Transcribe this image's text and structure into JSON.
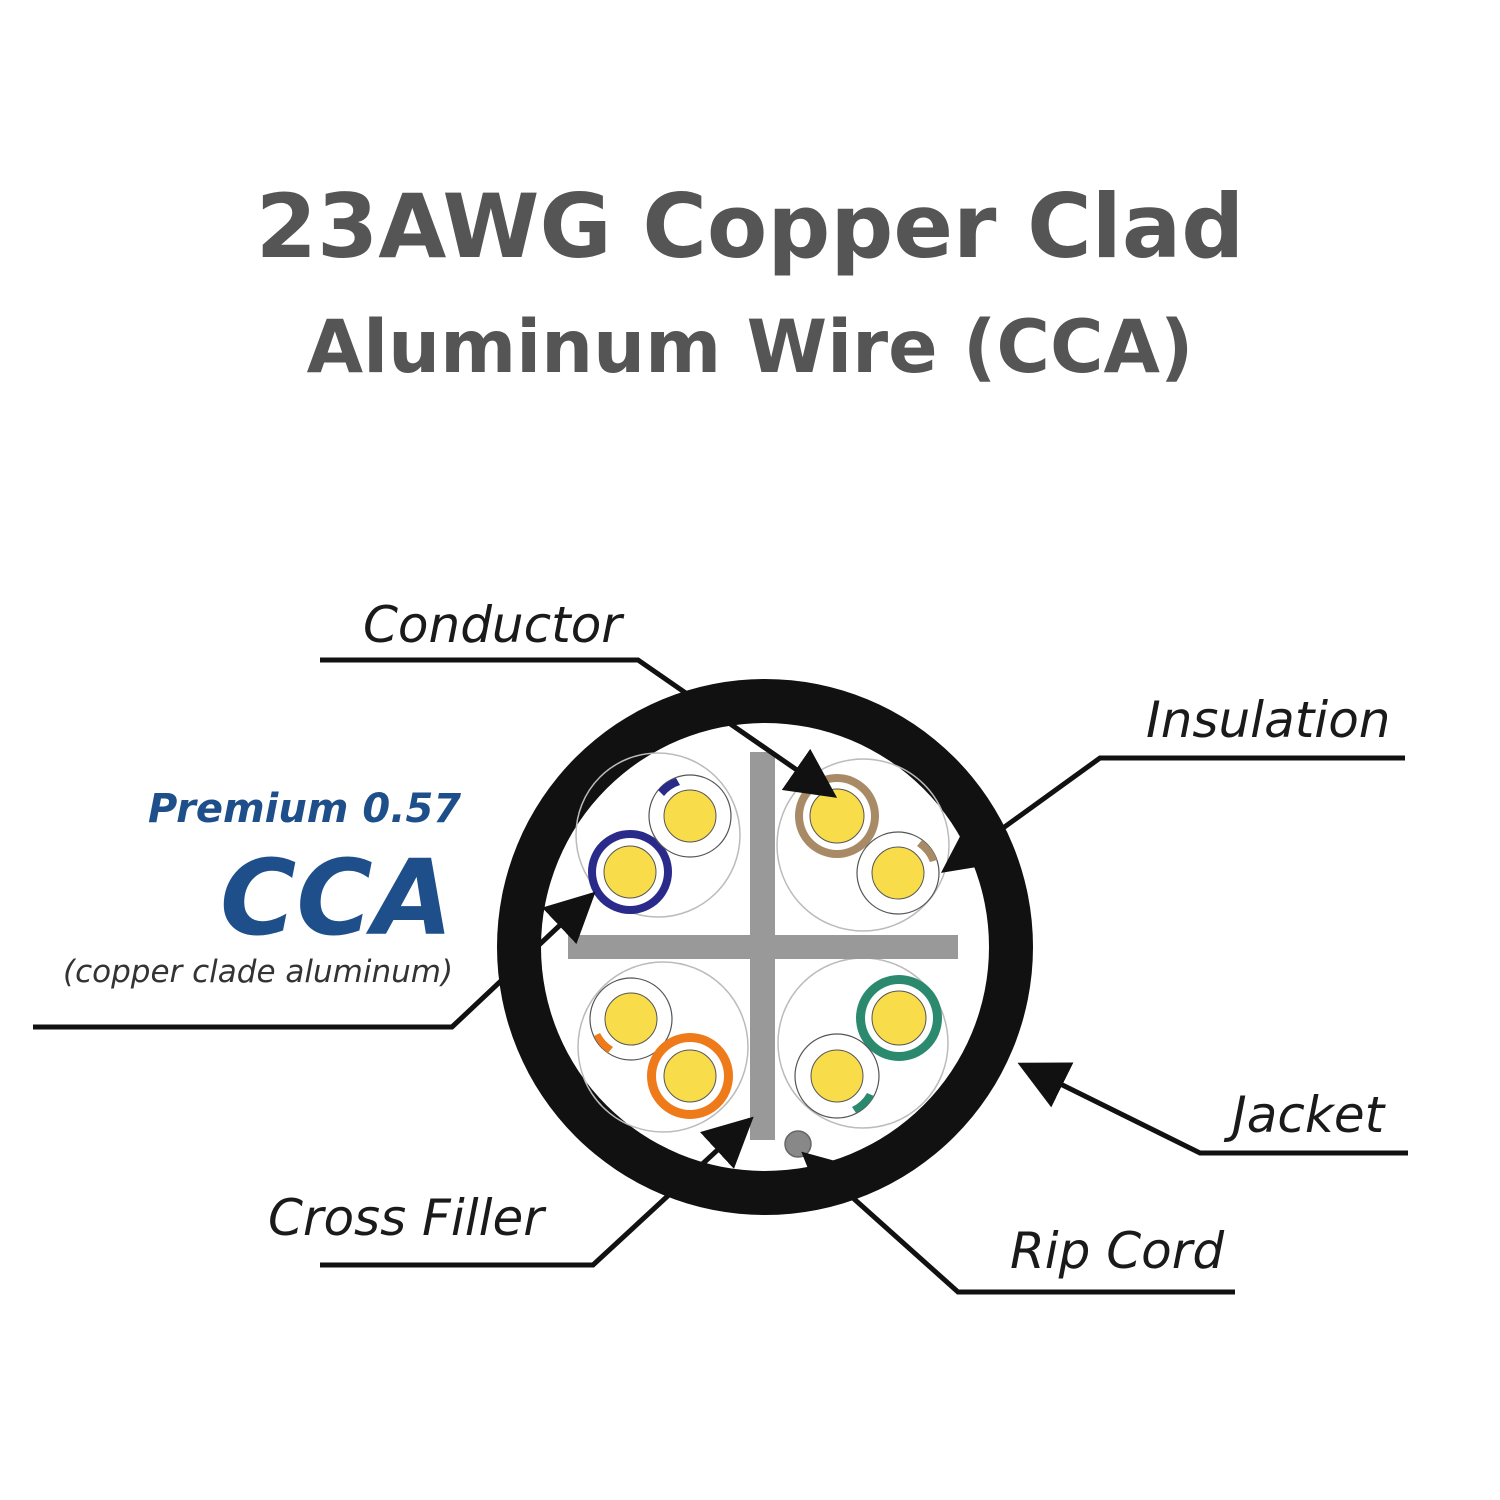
{
  "title": {
    "line1": "23AWG Copper Clad",
    "line2": "Aluminum Wire (CCA)"
  },
  "badge": {
    "premium": "Premium 0.57",
    "cca": "CCA",
    "note": "(copper clade aluminum)"
  },
  "labels": {
    "conductor": "Conductor",
    "insulation": "Insulation",
    "jacket": "Jacket",
    "cross_filler": "Cross Filler",
    "rip_cord": "Rip Cord"
  },
  "colors": {
    "jacket": "#111111",
    "cross_filler": "#999999",
    "conductor": "#f8dc4a",
    "brown_pair": "#a88a66",
    "blue_pair": "#2a2a8a",
    "green_pair": "#2b8a6e",
    "orange_pair": "#ee7a1a",
    "title_text": "#555555",
    "cca_text": "#1e4f8a"
  }
}
